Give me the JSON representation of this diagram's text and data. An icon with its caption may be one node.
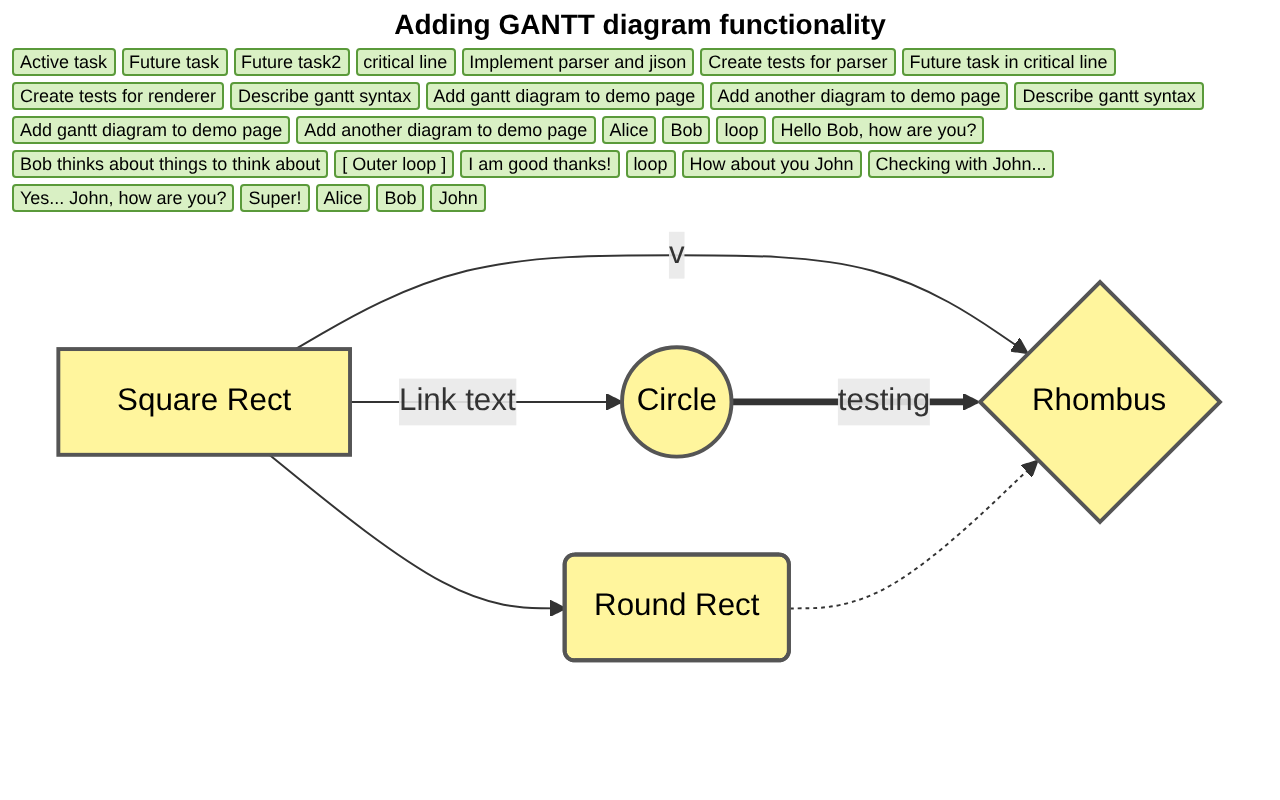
{
  "diagram": {
    "title": "Adding GANTT diagram functionality",
    "nodes": [
      {
        "text": [
          "Square Rect"
        ]
      },
      {
        "text": [
          "Circle"
        ]
      },
      {
        "text": [
          "Rhombus"
        ]
      },
      {
        "text": [
          "Round Rect"
        ]
      }
    ],
    "edges": [
      {
        "from": 0,
        "to": 2,
        "arrow": "to",
        "label": "v"
      },
      {
        "from": 0,
        "to": 1,
        "arrow": "to",
        "label": "Link text"
      },
      {
        "from": 1,
        "to": 2,
        "arrow": "to",
        "label": "testing",
        "style": "thick"
      },
      {
        "from": 0,
        "to": 3,
        "arrow": "to"
      },
      {
        "from": 3,
        "to": 2,
        "arrow": "to",
        "style": "dashed"
      }
    ],
    "labels": [
      "Active task",
      "Future task",
      "Future task2",
      "critical line",
      "Implement parser and jison",
      "Create tests for parser",
      "Future task in critical line",
      "Create tests for renderer",
      "Describe gantt syntax",
      "Add gantt diagram to demo page",
      "Add another diagram to demo page",
      "Describe gantt syntax",
      "Add gantt diagram to demo page",
      "Add another diagram to demo page",
      "Alice",
      "Bob",
      "loop",
      "Hello Bob, how are you?",
      "Bob thinks about things to think about",
      "[ Outer loop ]",
      "I am good thanks!",
      "loop",
      "How about you John",
      "Checking with John...",
      "Yes... John, how are you?",
      "Super!",
      "Alice",
      "Bob",
      "John"
    ]
  }
}
